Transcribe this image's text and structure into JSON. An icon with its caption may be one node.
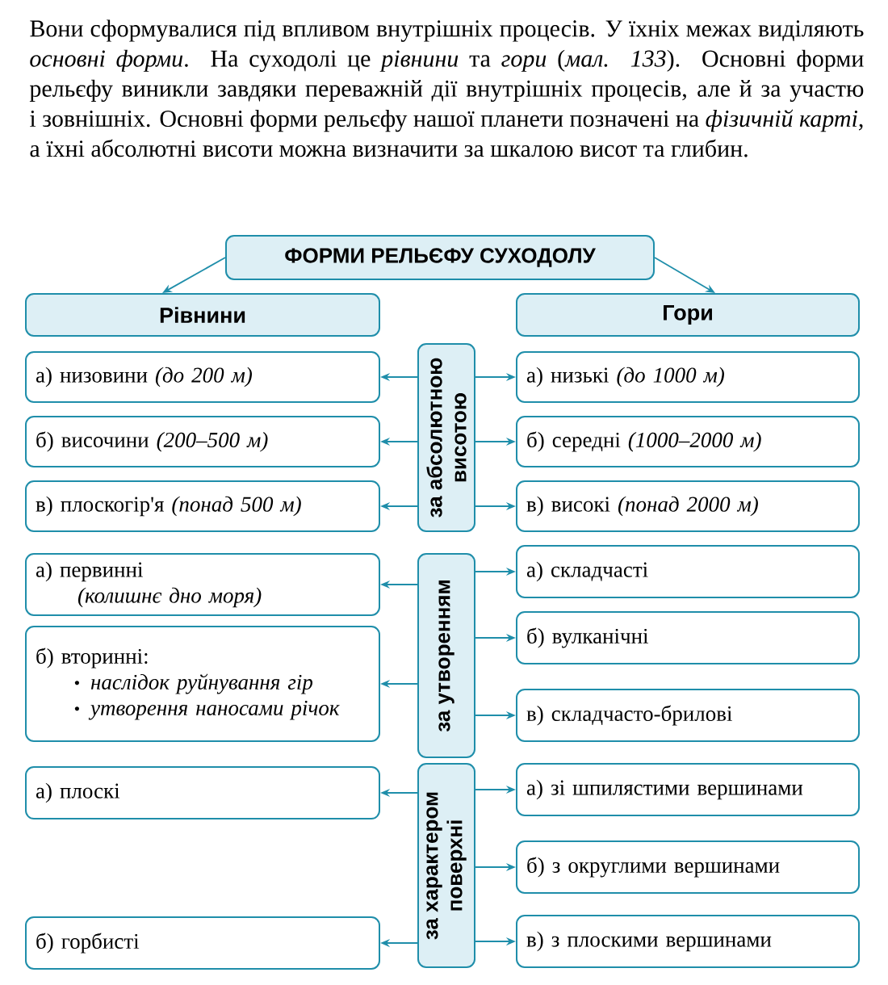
{
  "diagram": {
    "nodes": [
      {
        "text": [
          "ФОРМИ РЕЛЬЄФУ СУХОДОЛУ"
        ]
      },
      {
        "text": [
          "Рівнини"
        ]
      },
      {
        "text": [
          "Гори"
        ]
      },
      {
        "text": [
          "за абсолютною висотою"
        ]
      },
      {
        "text": [
          "а) низовини *(до 200 м)*"
        ]
      },
      {
        "text": [
          "б) височини *(200–500 м)*"
        ]
      },
      {
        "text": [
          "в) плоскогір'я *(понад 500 м)*"
        ]
      },
      {
        "text": [
          "а) низькі *(до 1000 м)*"
        ]
      },
      {
        "text": [
          "б) середні *(1000–2000 м)*"
        ]
      },
      {
        "text": [
          "в) високі *(понад 2000 м)*"
        ]
      },
      {
        "text": [
          "за утворенням"
        ]
      },
      {
        "text": [
          "а) первинні",
          "(колишнє дно моря)"
        ]
      },
      {
        "text": [
          "б) вторинні:",
          "наслідок руйнування гір",
          "утворення наносами річок"
        ]
      },
      {
        "text": [
          "а) складчасті"
        ]
      },
      {
        "text": [
          "б) вулканічні"
        ]
      },
      {
        "text": [
          "в) складчасто-брилові"
        ]
      },
      {
        "text": [
          "за характером поверхні"
        ]
      },
      {
        "text": [
          "а) плоскі"
        ]
      },
      {
        "text": [
          "б) горбисті"
        ]
      },
      {
        "text": [
          "а) зі шпилястими вершинами"
        ]
      },
      {
        "text": [
          "б) з округлими вершинами"
        ]
      },
      {
        "text": [
          "в) з плоскими вершинами"
        ]
      }
    ],
    "edges": [
      {
        "from": 0,
        "to": 1,
        "arrow": "to"
      },
      {
        "from": 0,
        "to": 2,
        "arrow": "to"
      },
      {
        "from": 3,
        "to": 4,
        "arrow": "to"
      },
      {
        "from": 3,
        "to": 5,
        "arrow": "to"
      },
      {
        "from": 3,
        "to": 6,
        "arrow": "to"
      },
      {
        "from": 3,
        "to": 7,
        "arrow": "to"
      },
      {
        "from": 3,
        "to": 8,
        "arrow": "to"
      },
      {
        "from": 3,
        "to": 9,
        "arrow": "to"
      },
      {
        "from": 10,
        "to": 11,
        "arrow": "to"
      },
      {
        "from": 10,
        "to": 12,
        "arrow": "to"
      },
      {
        "from": 10,
        "to": 13,
        "arrow": "to"
      },
      {
        "from": 10,
        "to": 14,
        "arrow": "to"
      },
      {
        "from": 10,
        "to": 15,
        "arrow": "to"
      },
      {
        "from": 16,
        "to": 17,
        "arrow": "to"
      },
      {
        "from": 16,
        "to": 18,
        "arrow": "to"
      },
      {
        "from": 16,
        "to": 19,
        "arrow": "to"
      },
      {
        "from": 16,
        "to": 20,
        "arrow": "to"
      },
      {
        "from": 16,
        "to": 21,
        "arrow": "to"
      }
    ],
    "labels": [
      "Вони сформувалися під впливом внутрішніх процесів. У їхніх межах виділяють *основні форми*. На суходолі це *рівнини* та *гори* (*мал. 133*). Основні форми рельєфу виникли завдяки переважній дії внутрішніх процесів, але й за участю і зовнішніх. Основні форми рельєфу нашої планети позначені на *фізичній карті*, а їхні абсолютні висоти можна визначити за шкалою висот та глибин."
    ]
  }
}
